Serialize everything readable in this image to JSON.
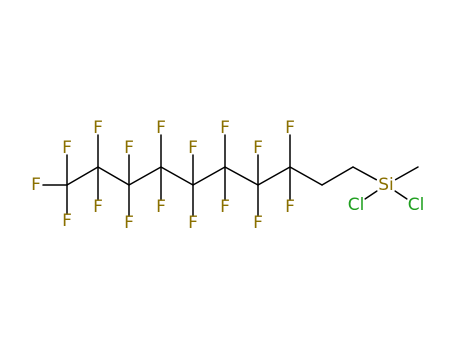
{
  "molecule": {
    "colors": {
      "bond": "#000000",
      "F": "#8a7000",
      "Si": "#8a7000",
      "Cl": "#1f9f1f"
    },
    "atoms": [
      {
        "id": "f1",
        "label": "F",
        "element": "F"
      },
      {
        "id": "f2",
        "label": "F",
        "element": "F"
      },
      {
        "id": "f3",
        "label": "F",
        "element": "F"
      },
      {
        "id": "f4",
        "label": "F",
        "element": "F"
      },
      {
        "id": "f5",
        "label": "F",
        "element": "F"
      },
      {
        "id": "f6",
        "label": "F",
        "element": "F"
      },
      {
        "id": "f7",
        "label": "F",
        "element": "F"
      },
      {
        "id": "f8",
        "label": "F",
        "element": "F"
      },
      {
        "id": "f9",
        "label": "F",
        "element": "F"
      },
      {
        "id": "f10",
        "label": "F",
        "element": "F"
      },
      {
        "id": "f11",
        "label": "F",
        "element": "F"
      },
      {
        "id": "f12",
        "label": "F",
        "element": "F"
      },
      {
        "id": "f13",
        "label": "F",
        "element": "F"
      },
      {
        "id": "f14",
        "label": "F",
        "element": "F"
      },
      {
        "id": "f15",
        "label": "F",
        "element": "F"
      },
      {
        "id": "f16",
        "label": "F",
        "element": "F"
      },
      {
        "id": "f17",
        "label": "F",
        "element": "F"
      },
      {
        "id": "si",
        "label": "Si",
        "element": "Si"
      },
      {
        "id": "cl1",
        "label": "Cl",
        "element": "Cl"
      },
      {
        "id": "cl2",
        "label": "Cl",
        "element": "Cl"
      }
    ]
  }
}
